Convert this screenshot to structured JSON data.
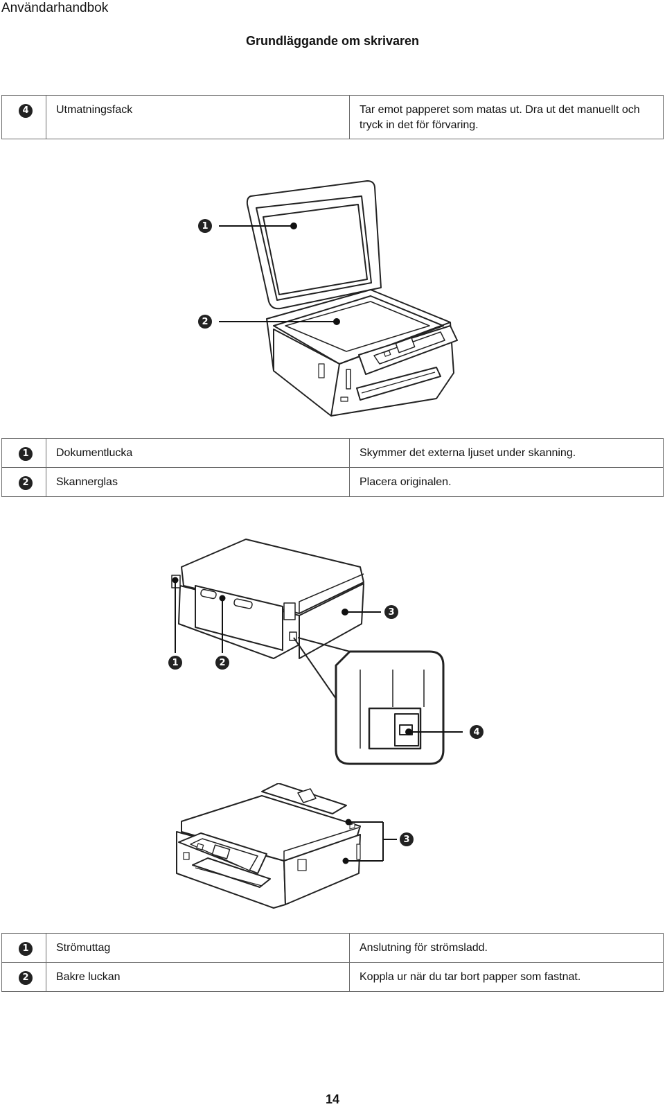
{
  "header": {
    "title": "Användarhandbok"
  },
  "section": {
    "title": "Grundläggande om skrivaren"
  },
  "table_top": {
    "rows": [
      {
        "num": "4",
        "name": "Utmatningsfack",
        "desc": "Tar emot papperet som matas ut. Dra ut det manuellt och tryck in det för förvaring."
      }
    ]
  },
  "figure_scanner": {
    "callouts": [
      "1",
      "2"
    ]
  },
  "table_scanner": {
    "rows": [
      {
        "num": "1",
        "name": "Dokumentlucka",
        "desc": "Skymmer det externa ljuset under skanning."
      },
      {
        "num": "2",
        "name": "Skannerglas",
        "desc": "Placera originalen."
      }
    ]
  },
  "figure_rear": {
    "callouts": [
      "1",
      "2",
      "3",
      "4"
    ]
  },
  "figure_front": {
    "callouts": [
      "3"
    ]
  },
  "table_rear": {
    "rows": [
      {
        "num": "1",
        "name": "Strömuttag",
        "desc": "Anslutning för strömsladd."
      },
      {
        "num": "2",
        "name": "Bakre luckan",
        "desc": "Koppla ur när du tar bort papper som fastnat."
      }
    ]
  },
  "footer": {
    "page_number": "14"
  }
}
